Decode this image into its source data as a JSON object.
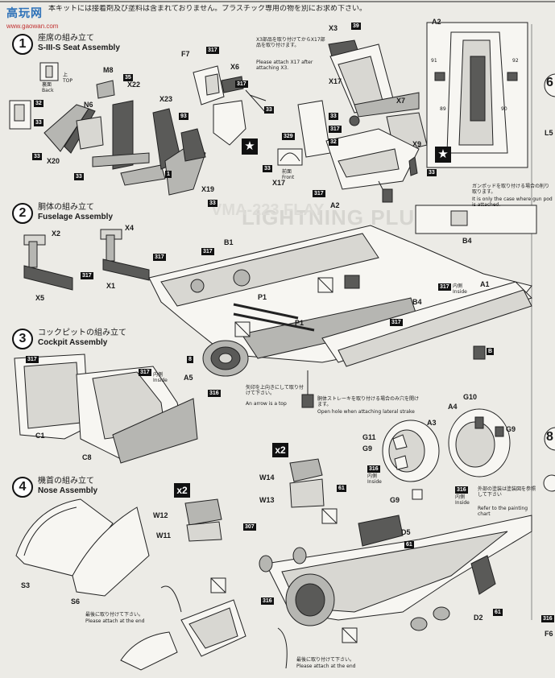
{
  "header": {
    "note": "本キットには接着剤及び塗料は含まれておりません。プラスチック専用の物を別にお求め下さい。",
    "watermark_1": "高玩网",
    "watermark_2": "www.gaowan.com"
  },
  "steps": [
    {
      "num": "1",
      "jp": "座席の組み立て",
      "en": "S-III-S Seat Assembly"
    },
    {
      "num": "2",
      "jp": "胴体の組み立て",
      "en": "Fuselage Assembly"
    },
    {
      "num": "3",
      "jp": "コックピットの組み立て",
      "en": "Cockpit Assembly"
    },
    {
      "num": "4",
      "jp": "機首の組み立て",
      "en": "Nose Assembly"
    }
  ],
  "step1": {
    "back_label": "裏面\nBack",
    "top_label": "上\nTOP",
    "parts": [
      "M8",
      "N6",
      "X22",
      "X23",
      "X20",
      "X19",
      "F7",
      "X6"
    ],
    "codes": [
      "35",
      "33",
      "32",
      "33",
      "33",
      "33",
      "317",
      "93",
      "317",
      "33",
      "1"
    ]
  },
  "step1b": {
    "note_jp": "X3部品を取り付けてからX17部品を取り付けます。",
    "note_en": "Please attach X17 after attaching X3.",
    "parts": [
      "X3",
      "X17",
      "X7",
      "X9",
      "A2",
      "X17"
    ],
    "front_label": "前面\nFront",
    "codes": [
      "33",
      "329",
      "33",
      "317",
      "32",
      "33",
      "317",
      "39"
    ]
  },
  "a2_panel": {
    "label": "A2",
    "codes": [
      "91",
      "92",
      "89",
      "90"
    ]
  },
  "gunpod": {
    "note_jp": "ガンポッドを取り付ける場合の削り取ります。",
    "note_en": "It is only the case where gun pod is attached.",
    "part": "B4"
  },
  "step2": {
    "parts": [
      "X2",
      "X4",
      "X5",
      "X1",
      "B1",
      "P1",
      "P1",
      "B4",
      "A1"
    ],
    "inside_label": "内側\nInside",
    "codes": [
      "317",
      "317",
      "317",
      "317",
      "317",
      "B",
      "8"
    ],
    "arrow_note_jp": "矢印を上向きにして取り付けて下さい。",
    "arrow_note_en": "An arrow is a top",
    "hole_note_jp": "胴体ストレーキを取り付ける場合のみ穴を開けます。",
    "hole_note_en": "Open hole when attaching lateral strake",
    "a5": "A5",
    "a5_code": "316"
  },
  "step3": {
    "parts": [
      "C1",
      "C8"
    ],
    "inside_label": "内側\nInside",
    "codes": [
      "317",
      "317"
    ]
  },
  "step_w": {
    "x2_a": "x2",
    "x2_b": "x2",
    "parts": [
      "W14",
      "W13",
      "W12",
      "W11"
    ],
    "codes": [
      "61",
      "307"
    ]
  },
  "step_a3": {
    "parts": [
      "A3",
      "A4",
      "G10",
      "G11",
      "G9",
      "G9",
      "G9"
    ],
    "inside_label": "内側\nInside",
    "codes": [
      "316",
      "316"
    ],
    "paint_note_jp": "外部の塗装は塗装図を参照して下さい",
    "paint_note_en": "Refer to the painting chart"
  },
  "step4": {
    "parts": [
      "S3",
      "S6",
      "D5",
      "D2"
    ],
    "codes": [
      "61",
      "61",
      "316"
    ],
    "attach_end_jp": "最後に取り付けて下さい。",
    "attach_end_en": "Please attach at the end"
  },
  "right_edge": {
    "step6": "6",
    "step8": "8",
    "l5": "L5",
    "f6": "F6",
    "code": "316"
  },
  "bg_text": {
    "vma": "VMA-223 FLAY",
    "plus": "LIGHTNING PLUS"
  }
}
